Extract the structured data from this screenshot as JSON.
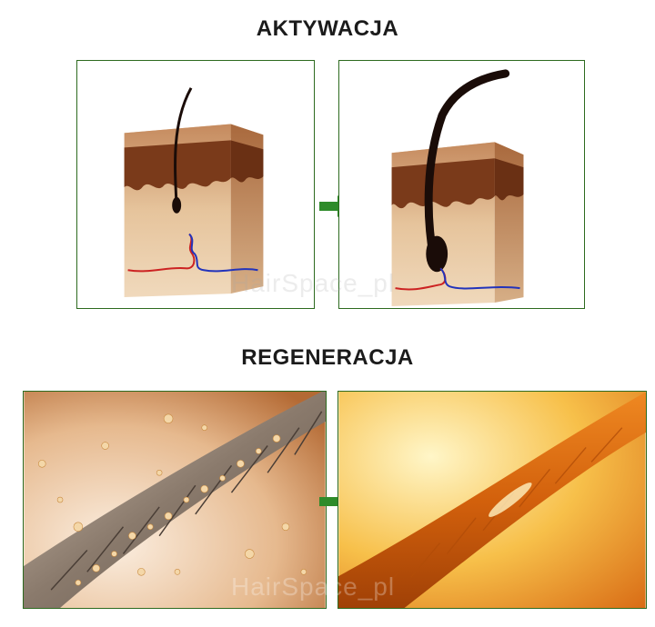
{
  "headings": {
    "activation": "AKTYWACJA",
    "regeneration": "REGENERACJA"
  },
  "watermark": "HairSpace_pl",
  "colors": {
    "arrow": "#2e8b2a",
    "panel_border": "#2d6a1f",
    "skin_top": "#d8b083",
    "skin_dark": "#7a3a1a",
    "hair": "#1a0c08",
    "hair_regenerated": "#e07518"
  },
  "icons": {
    "transition": "right-arrow-icon"
  }
}
